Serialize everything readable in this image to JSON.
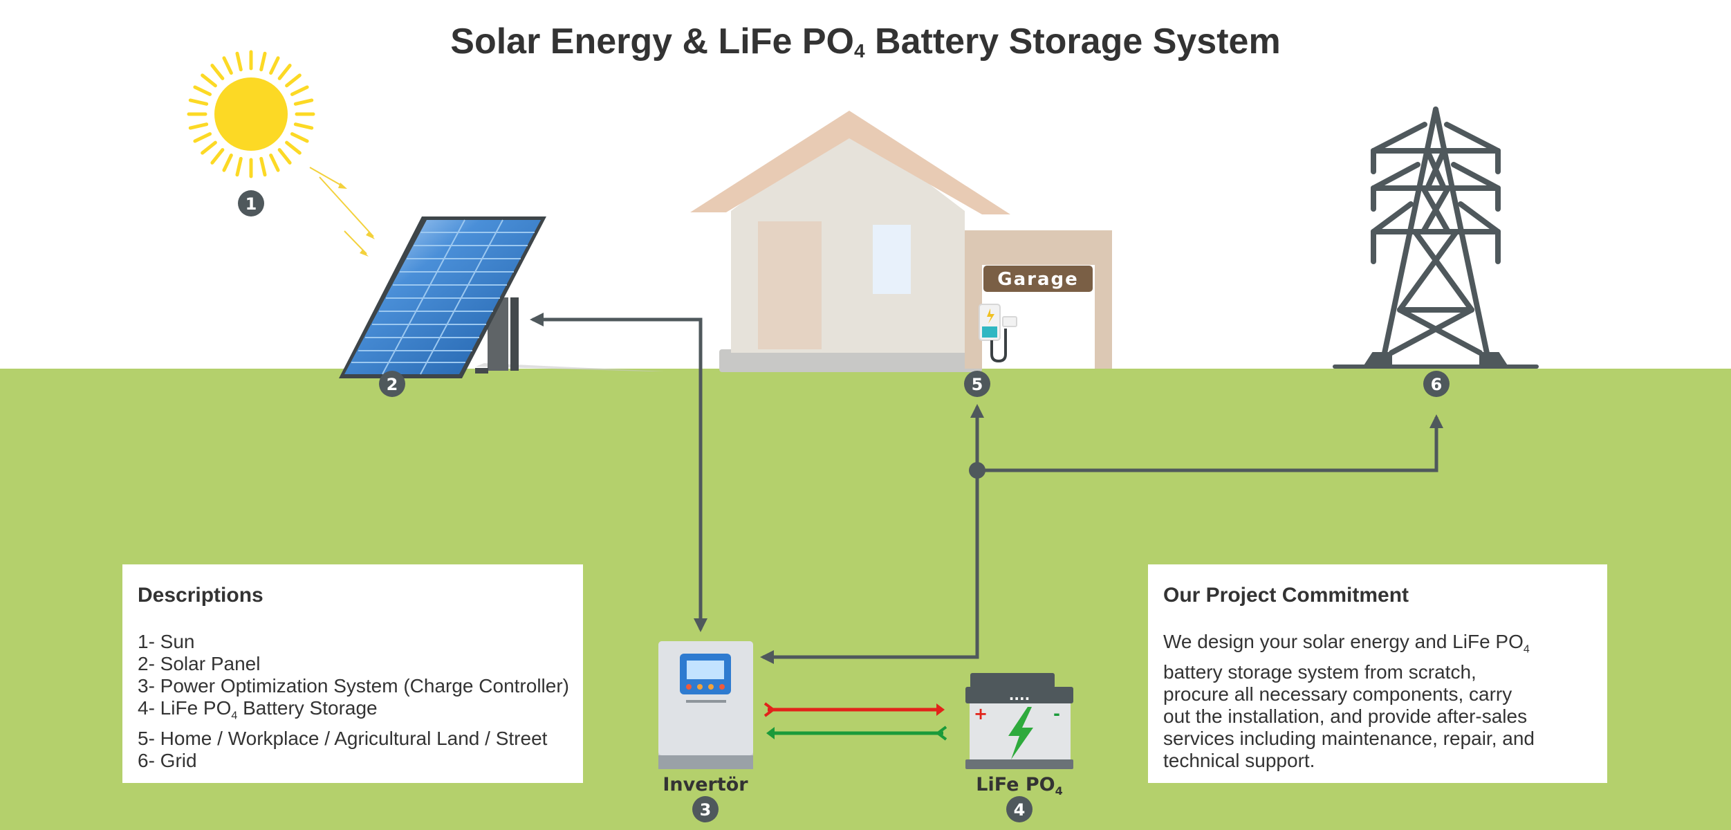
{
  "title": {
    "text_before": "Solar Energy & LiFe PO",
    "sub": "4",
    "text_after": " Battery Storage System"
  },
  "labels": {
    "garage": "Garage",
    "inverter": "Invertör",
    "battery_main": "LiFe PO",
    "battery_sub": "4",
    "battery_screen": "....",
    "plus": "+",
    "minus": "-"
  },
  "markers": [
    "1",
    "2",
    "3",
    "4",
    "5",
    "6"
  ],
  "descriptions": {
    "heading": "Descriptions",
    "items": [
      {
        "text": "1- Sun"
      },
      {
        "text": "2- Solar Panel"
      },
      {
        "text": "3- Power Optimization System (Charge Controller)"
      },
      {
        "text": "4- LiFe PO",
        "sub": "4",
        "after": " Battery Storage"
      },
      {
        "text": "5- Home / Workplace / Agricultural Land / Street"
      },
      {
        "text": "6- Grid"
      }
    ]
  },
  "commitment": {
    "heading": "Our Project Commitment",
    "lines": [
      {
        "text": "We design your solar energy and LiFe PO",
        "sub": "4"
      },
      {
        "text": "battery storage system from scratch,"
      },
      {
        "text": "procure all necessary components, carry"
      },
      {
        "text": "out the installation, and provide after-sales"
      },
      {
        "text": "services including maintenance, repair, and"
      },
      {
        "text": "technical support."
      }
    ]
  },
  "colors": {
    "ground": "#b4d06c",
    "sky": "#ffffff",
    "sun": "#fcd925",
    "marker": "#4f585c",
    "wire": "#4f585c",
    "charge_arrow": "#e2231a",
    "discharge_arrow": "#1a9a3a",
    "house_roof": "#e8cbb4",
    "house_wall": "#e6e2da",
    "garage_sign": "#7a5f45"
  },
  "icons": [
    "sun-icon",
    "solar-panel-icon",
    "house-icon",
    "ev-charger-icon",
    "power-tower-icon",
    "inverter-icon",
    "battery-icon"
  ]
}
